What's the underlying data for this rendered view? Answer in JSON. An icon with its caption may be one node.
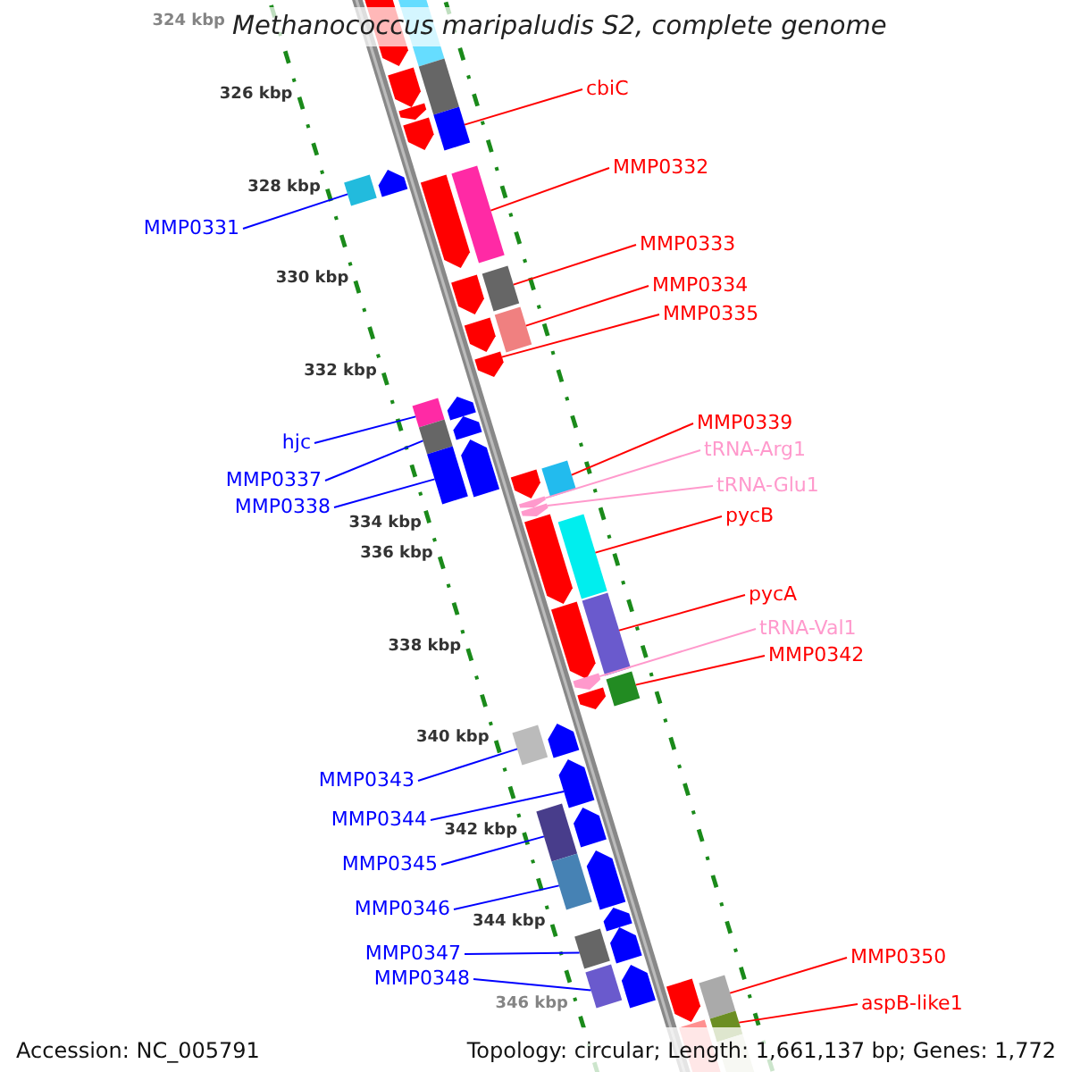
{
  "diagram": {
    "title": "Methanococcus maripaludis S2, complete genome",
    "nodes": [
      {
        "text": [
          "cbiC"
        ]
      },
      {
        "text": [
          "MMP0332"
        ]
      },
      {
        "text": [
          "MMP0331"
        ]
      },
      {
        "text": [
          "MMP0333"
        ]
      },
      {
        "text": [
          "MMP0334"
        ]
      },
      {
        "text": [
          "MMP0335"
        ]
      },
      {
        "text": [
          "MMP0339"
        ]
      },
      {
        "text": [
          "tRNA-Arg1"
        ]
      },
      {
        "text": [
          "hjc"
        ]
      },
      {
        "text": [
          "tRNA-Glu1"
        ]
      },
      {
        "text": [
          "MMP0337"
        ]
      },
      {
        "text": [
          "MMP0338"
        ]
      },
      {
        "text": [
          "pycB"
        ]
      },
      {
        "text": [
          "pycA"
        ]
      },
      {
        "text": [
          "tRNA-Val1"
        ]
      },
      {
        "text": [
          "MMP0342"
        ]
      },
      {
        "text": [
          "MMP0343"
        ]
      },
      {
        "text": [
          "MMP0344"
        ]
      },
      {
        "text": [
          "MMP0345"
        ]
      },
      {
        "text": [
          "MMP0346"
        ]
      },
      {
        "text": [
          "MMP0347"
        ]
      },
      {
        "text": [
          "MMP0348"
        ]
      },
      {
        "text": [
          "MMP0350"
        ]
      },
      {
        "text": [
          "aspB-like1"
        ]
      },
      {
        "text": [],
        "shape": "bar"
      },
      {
        "text": [],
        "shape": "bar"
      },
      {
        "text": [],
        "shape": "bar"
      },
      {
        "text": [],
        "shape": "bar"
      },
      {
        "text": [],
        "shape": "bar"
      },
      {
        "text": [],
        "shape": "bar"
      },
      {
        "text": [],
        "shape": "bar"
      },
      {
        "text": [],
        "shape": "bar"
      },
      {
        "text": [],
        "shape": "bar"
      },
      {
        "text": [],
        "shape": "bar"
      },
      {
        "text": [],
        "shape": "bar"
      },
      {
        "text": [],
        "shape": "bar"
      },
      {
        "text": [],
        "shape": "bar"
      },
      {
        "text": [],
        "shape": "bar"
      },
      {
        "text": [],
        "shape": "bar"
      },
      {
        "text": [],
        "shape": "bar"
      },
      {
        "text": [],
        "shape": "bar"
      },
      {
        "text": [],
        "shape": "bar"
      },
      {
        "text": [],
        "shape": "bar"
      },
      {
        "text": [],
        "shape": "bar"
      },
      {
        "text": [],
        "shape": "bar"
      },
      {
        "text": [],
        "shape": "bar"
      },
      {
        "text": [],
        "shape": "bar"
      },
      {
        "text": [],
        "shape": "bar"
      },
      {
        "text": [],
        "shape": "bar"
      },
      {
        "text": [],
        "shape": "bar"
      },
      {
        "text": [],
        "shape": "bar"
      },
      {
        "text": [],
        "shape": "bar"
      },
      {
        "text": [],
        "shape": "bar"
      },
      {
        "text": [],
        "shape": "bar"
      },
      {
        "text": [],
        "shape": "bar"
      },
      {
        "text": [],
        "shape": "bar"
      },
      {
        "text": [],
        "shape": "bar"
      },
      {
        "text": [],
        "shape": "bar"
      },
      {
        "text": [],
        "shape": "bar"
      },
      {
        "text": [],
        "shape": "bar"
      },
      {
        "text": [],
        "shape": "bar"
      },
      {
        "text": [],
        "shape": "bar"
      },
      {
        "text": [],
        "shape": "bar"
      },
      {
        "text": [],
        "shape": "bar"
      },
      {
        "text": [],
        "shape": "bar"
      },
      {
        "text": [],
        "shape": "bar"
      },
      {
        "text": [],
        "shape": "bar"
      },
      {
        "text": [],
        "shape": "bar"
      },
      {
        "text": [],
        "shape": "bar"
      },
      {
        "text": [],
        "shape": "bar"
      },
      {
        "text": [],
        "shape": "bar"
      },
      {
        "text": [],
        "shape": "bar"
      },
      {
        "text": [],
        "shape": "bar"
      },
      {
        "text": [],
        "shape": "bar"
      }
    ],
    "edges": [
      {
        "from": 0,
        "to": 43,
        "arrow": "none"
      },
      {
        "from": 1,
        "to": 44,
        "arrow": "none"
      },
      {
        "from": 2,
        "to": 65,
        "arrow": "none",
        "color": "#0000ff"
      },
      {
        "from": 3,
        "to": 45,
        "arrow": "none"
      },
      {
        "from": 4,
        "to": 46,
        "arrow": "none"
      },
      {
        "from": 5,
        "to": 31,
        "arrow": "none"
      },
      {
        "from": 6,
        "to": 47,
        "arrow": "none"
      },
      {
        "from": 7,
        "to": 33,
        "arrow": "none",
        "color": "#ff99cc"
      },
      {
        "from": 8,
        "to": 66,
        "arrow": "none",
        "color": "#0000ff"
      },
      {
        "from": 9,
        "to": 34,
        "arrow": "none",
        "color": "#ff99cc"
      },
      {
        "from": 10,
        "to": 67,
        "arrow": "none",
        "color": "#0000ff"
      },
      {
        "from": 11,
        "to": 68,
        "arrow": "none",
        "color": "#0000ff"
      },
      {
        "from": 12,
        "to": 48,
        "arrow": "none"
      },
      {
        "from": 13,
        "to": 49,
        "arrow": "none"
      },
      {
        "from": 14,
        "to": 37,
        "arrow": "none",
        "color": "#ff99cc"
      },
      {
        "from": 15,
        "to": 50,
        "arrow": "none"
      },
      {
        "from": 16,
        "to": 69,
        "arrow": "none",
        "color": "#0000ff"
      },
      {
        "from": 17,
        "to": 59,
        "arrow": "none",
        "color": "#0000ff"
      },
      {
        "from": 18,
        "to": 70,
        "arrow": "none",
        "color": "#0000ff"
      },
      {
        "from": 19,
        "to": 71,
        "arrow": "none",
        "color": "#0000ff"
      },
      {
        "from": 20,
        "to": 72,
        "arrow": "none",
        "color": "#0000ff"
      },
      {
        "from": 21,
        "to": 73,
        "arrow": "none",
        "color": "#0000ff"
      },
      {
        "from": 22,
        "to": 51,
        "arrow": "none"
      },
      {
        "from": 23,
        "to": 52,
        "arrow": "none"
      }
    ],
    "labels": [
      "324 kbp",
      "326 kbp",
      "328 kbp",
      "330 kbp",
      "332 kbp",
      "334 kbp",
      "336 kbp",
      "338 kbp",
      "340 kbp",
      "342 kbp",
      "344 kbp",
      "346 kbp",
      "Accession: NC_005791",
      "Topology: circular; Length: 1,661,137 bp; Genes: 1,772"
    ]
  }
}
